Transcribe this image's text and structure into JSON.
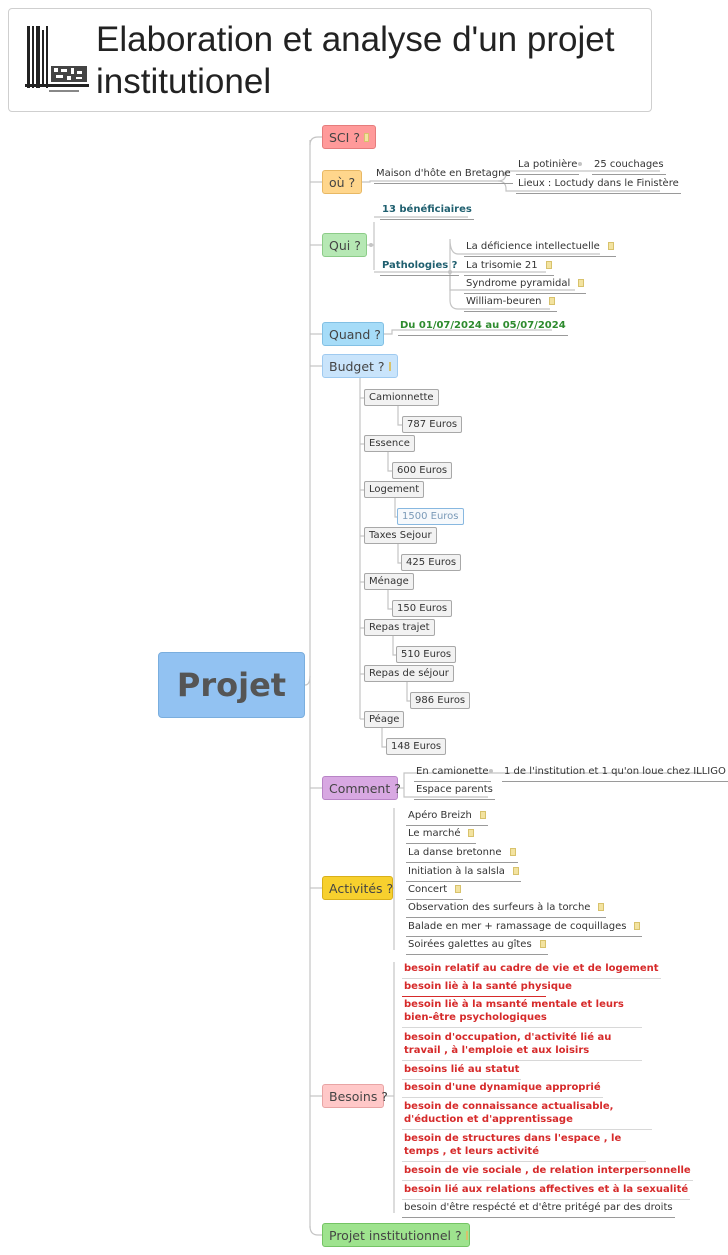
{
  "title": "Elaboration et analyse d'un projet institutionel",
  "center": "Projet",
  "branches": {
    "sci": "SCI ?",
    "ou": "où ?",
    "qui": "Qui ?",
    "quand": "Quand ?",
    "budget": "Budget ?",
    "comment": "Comment ?",
    "activites": "Activités ?",
    "besoins": "Besoins ?",
    "projet_institutionnel": "Projet institutionnel ?"
  },
  "ou": {
    "maison": "Maison d'hôte en Bretagne",
    "potiniere": "La potinière",
    "couchages": "25 couchages",
    "lieux": "Lieux : Loctudy dans le Finistère"
  },
  "qui": {
    "beneficiaires": "13 bénéficiaires",
    "pathologies": "Pathologies ?",
    "items": [
      "La déficience intellectuelle",
      "La trisomie 21",
      "Syndrome pyramidal",
      "William-beuren"
    ]
  },
  "quand": {
    "dates": "Du 01/07/2024 au 05/07/2024"
  },
  "budget": {
    "items": [
      {
        "label": "Camionnette",
        "amount": "787 Euros"
      },
      {
        "label": "Essence",
        "amount": "600 Euros"
      },
      {
        "label": "Logement",
        "amount": "1500 Euros"
      },
      {
        "label": "Taxes Sejour",
        "amount": "425 Euros"
      },
      {
        "label": "Ménage",
        "amount": "150 Euros"
      },
      {
        "label": "Repas trajet",
        "amount": "510 Euros"
      },
      {
        "label": "Repas de séjour",
        "amount": "986 Euros"
      },
      {
        "label": "Péage",
        "amount": "148 Euros"
      }
    ]
  },
  "comment": {
    "camionette": "En camionette",
    "detail": "1 de l'institution et 1 qu'on loue chez ILLIGO",
    "espace": "Espace parents"
  },
  "activites": {
    "items": [
      "Apéro Breizh",
      "Le marché",
      "La danse bretonne",
      "Initiation à la salsla",
      "Concert",
      "Observation des surfeurs à la torche",
      "Balade en mer + ramassage de coquillages",
      "Soirées galettes au gîtes"
    ]
  },
  "besoins": {
    "items": [
      "besoin relatif au cadre de vie et de logement",
      "besoin liè à la santé  physique",
      "besoin liè à la msanté mentale et leurs bien-être psychologiques",
      "besoin d'occupation, d'activité lié au travail , à l'emploie et aux loisirs",
      "besoins lié au statut",
      "besoin d'une dynamique approprié",
      "besoin de connaissance actualisable, d'éduction et d'apprentissage",
      "besoin de structures dans l'espace , le temps , et leurs activité",
      "besoin de vie sociale , de relation interpersonnelle",
      "besoin lié aux relations affectives et à la sexualité",
      "besoin d'être respécté et d'être pritégé par des droits"
    ]
  }
}
